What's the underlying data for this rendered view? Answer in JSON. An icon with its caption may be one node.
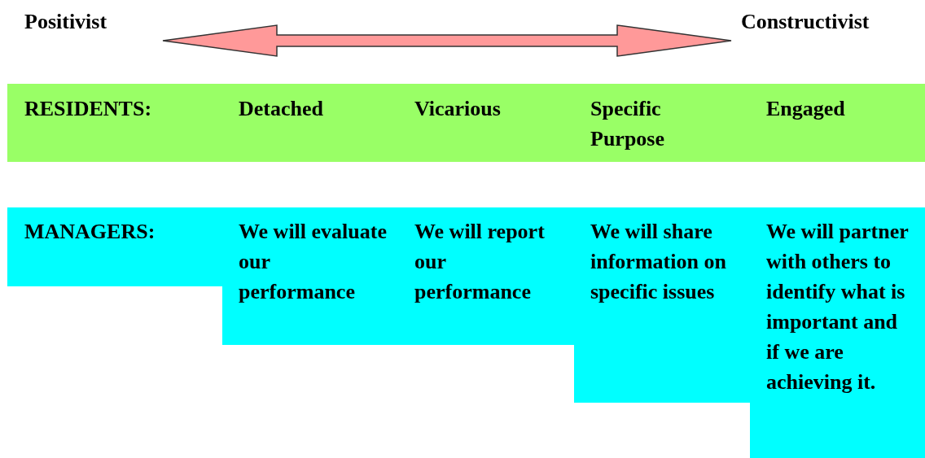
{
  "diagram": {
    "nodes": [
      {
        "text": [
          "Positivist"
        ]
      },
      {
        "text": [
          "Constructivist"
        ]
      },
      {
        "text": [
          "RESIDENTS:",
          "Detached",
          "Vicarious",
          "Specific Purpose",
          "Engaged"
        ]
      },
      {
        "text": [
          "MANAGERS:",
          "We will evaluate our performance",
          "We will report our performance",
          "We will share information on specific issues",
          "We will partner with others to identify what is important and if we are achieving it."
        ]
      }
    ],
    "edges": [
      {
        "from": 0,
        "to": 1,
        "arrow": "both",
        "color": "#ff9999"
      }
    ]
  }
}
